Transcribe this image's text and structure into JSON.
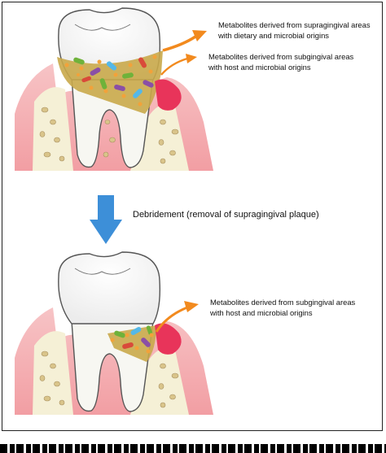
{
  "top_panel": {
    "label_supragingival_line1": "Metabolites derived from supragingival areas",
    "label_supragingival_line2": "with dietary and microbial origins",
    "label_subgingival_line1": "Metabolites derived from subgingival areas",
    "label_subgingival_line2": "with host and microbial origins"
  },
  "transition": {
    "label": "Debridement (removal of supragingival plaque)"
  },
  "bottom_panel": {
    "label_subgingival_line1": "Metabolites derived from subgingival areas",
    "label_subgingival_line2": "with host and microbial origins"
  },
  "colors": {
    "gum": "#f5b5b8",
    "gum_inflamed": "#e8345a",
    "bone": "#f5f0d6",
    "tooth": "#ffffff",
    "arrow_orange": "#f28a1e",
    "arrow_blue": "#3d8fd8",
    "bacteria_green": "#6fb23a",
    "bacteria_orange": "#f2a23a",
    "bacteria_purple": "#8a4fa6",
    "bacteria_blue": "#55b8e8",
    "bacteria_red": "#d94a3a"
  }
}
